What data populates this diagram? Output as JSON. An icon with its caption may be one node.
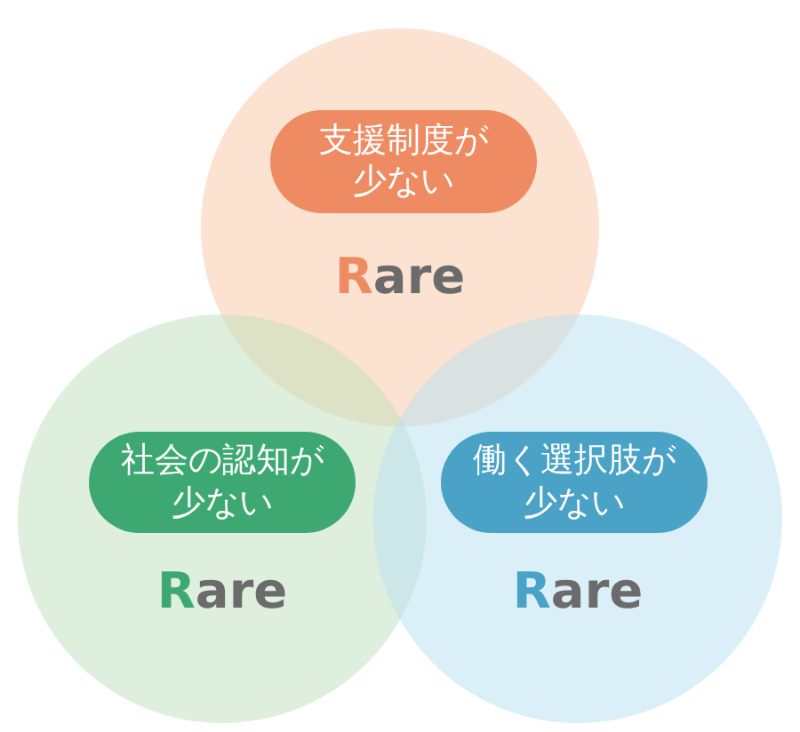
{
  "diagram": {
    "nodes": [
      {
        "text": [
          "Rare"
        ]
      },
      {
        "text": [
          "支援制度が少ない"
        ],
        "in": 0
      },
      {
        "text": [
          "Rare"
        ]
      },
      {
        "text": [
          "社会の認知が少ない"
        ],
        "in": 2
      },
      {
        "text": [
          "Rare"
        ]
      },
      {
        "text": [
          "働く選択肢が少ない"
        ],
        "in": 4
      }
    ]
  }
}
